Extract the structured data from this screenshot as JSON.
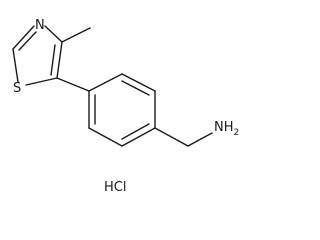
{
  "structure": {
    "atoms": {
      "nitrogen": "N",
      "sulfur": "S",
      "amine": "NH",
      "amine_subscript": "2"
    },
    "salt": "HCl"
  }
}
